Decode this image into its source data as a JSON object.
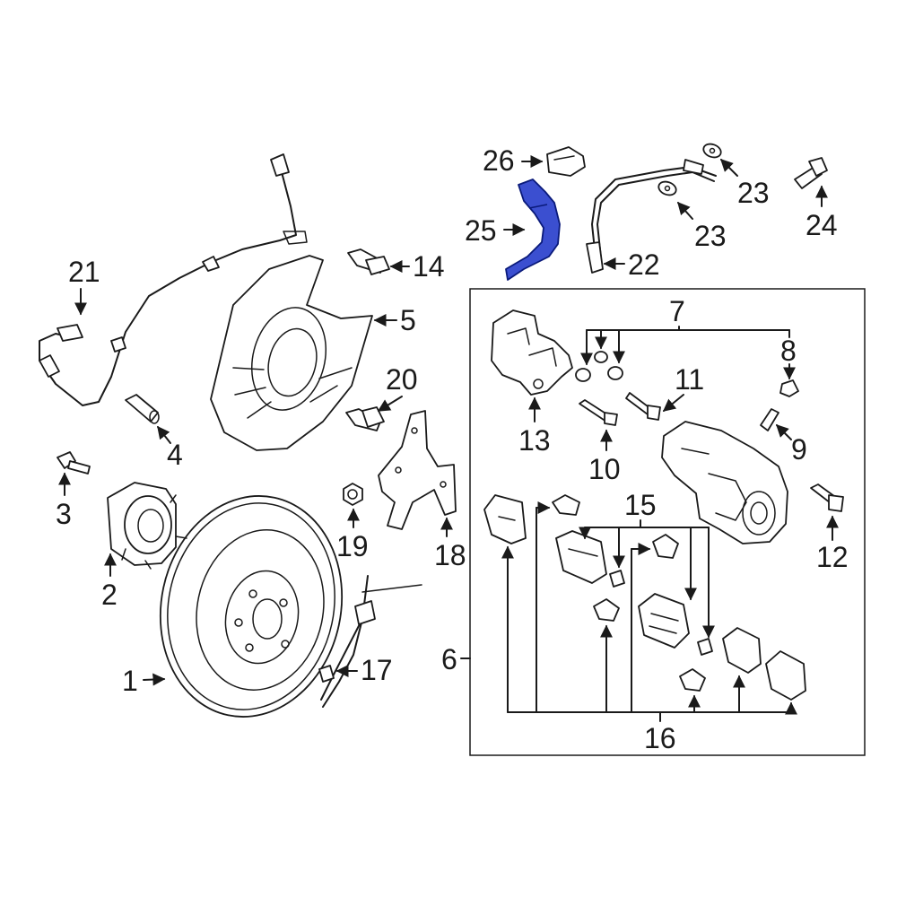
{
  "colors": {
    "line": "#1a1a1a",
    "highlight": "#3b4fd0",
    "background": "#ffffff"
  },
  "callouts": {
    "c1": "1",
    "c2": "2",
    "c3": "3",
    "c4": "4",
    "c5": "5",
    "c6": "6",
    "c7": "7",
    "c8": "8",
    "c9": "9",
    "c10": "10",
    "c11": "11",
    "c12": "12",
    "c13": "13",
    "c14": "14",
    "c15": "15",
    "c16": "16",
    "c17": "17",
    "c18": "18",
    "c19": "19",
    "c20": "20",
    "c21": "21",
    "c22": "22",
    "c23a": "23",
    "c23b": "23",
    "c24": "24",
    "c25": "25",
    "c26": "26"
  },
  "highlighted_part": "25"
}
